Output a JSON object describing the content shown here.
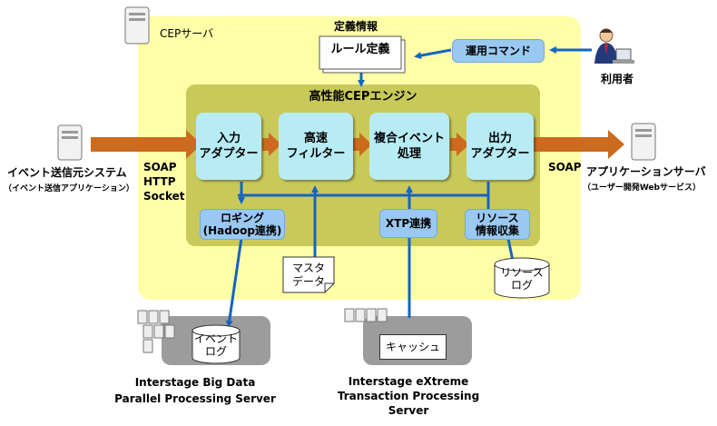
{
  "cep_server_label": "CEPサーバ",
  "definition_info_label": "定義情報",
  "rule_definition_label": "ルール定義",
  "operation_command_label": "運用コマンド",
  "user_label": "利用者",
  "engine_title": "高性能CEPエンジン",
  "processes": {
    "input_adapter": "入力\nアダプター",
    "fast_filter": "高速\nフィルター",
    "complex_event": "複合イベント\n処理",
    "output_adapter": "出力\nアダプター"
  },
  "logging_label": "ロギング\n(Hadoop連携)",
  "xtp_label": "XTP連携",
  "resource_collect_label": "リソース\n情報収集",
  "master_data_label": "マスタ\nデータ",
  "resource_log_label": "リソース\nログ",
  "event_source": {
    "name": "イベント送信元システム",
    "sub": "（イベント送信アプリケーション）"
  },
  "input_protocols": "SOAP\nHTTP\nSocket",
  "output_protocol": "SOAP",
  "app_server": {
    "name": "アプリケーションサーバ",
    "sub": "（ユーザー開発Webサービス）"
  },
  "event_log_label": "イベント\nログ",
  "cache_label": "キャッシュ",
  "bigdata_server": "Interstage Big Data\nParallel Processing Server",
  "xtp_server": "Interstage eXtreme\nTransaction Processing\nServer",
  "colors": {
    "cep_area": "#ffffa8",
    "engine": "#c9c95a",
    "process": "#b7ecf5",
    "pill": "#99c8f0",
    "data_arrow": "#d2691e",
    "link_line": "#1565c0"
  }
}
